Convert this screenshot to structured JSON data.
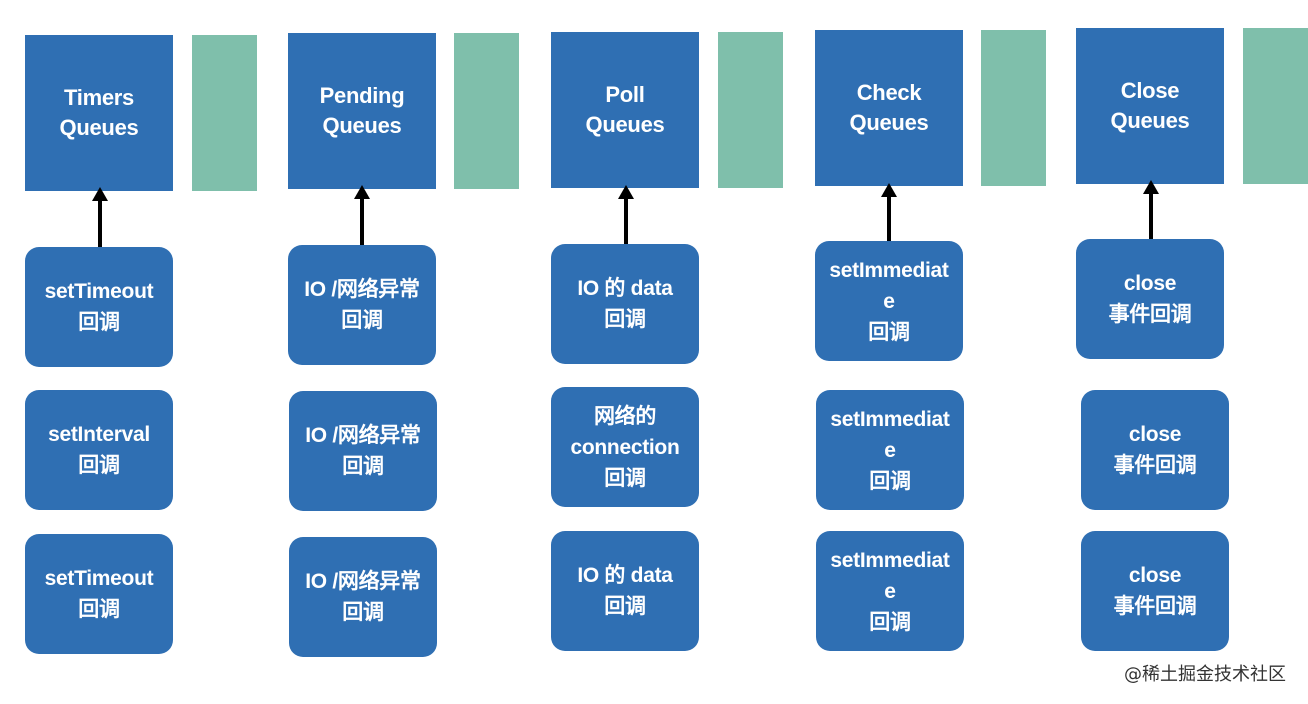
{
  "columns": [
    {
      "queue": [
        "Timers",
        "Queues"
      ],
      "callbacks": [
        [
          "setTimeout",
          "回调"
        ],
        [
          "setInterval",
          "回调"
        ],
        [
          "setTimeout",
          "回调"
        ]
      ]
    },
    {
      "queue": [
        "Pending",
        "Queues"
      ],
      "callbacks": [
        [
          "IO /网络异常",
          "回调"
        ],
        [
          "IO /网络异常",
          "回调"
        ],
        [
          "IO /网络异常",
          "回调"
        ]
      ]
    },
    {
      "queue": [
        "Poll",
        "Queues"
      ],
      "callbacks": [
        [
          "IO 的 data",
          "回调"
        ],
        [
          "网络的",
          "connection",
          "回调"
        ],
        [
          "IO 的 data",
          "回调"
        ]
      ]
    },
    {
      "queue": [
        "Check",
        "Queues"
      ],
      "callbacks": [
        [
          "setImmediat",
          "e",
          "回调"
        ],
        [
          "setImmediat",
          "e",
          "回调"
        ],
        [
          "setImmediat",
          "e",
          "回调"
        ]
      ]
    },
    {
      "queue": [
        "Close",
        "Queues"
      ],
      "callbacks": [
        [
          "close",
          "事件回调"
        ],
        [
          "close",
          "事件回调"
        ],
        [
          "close",
          "事件回调"
        ]
      ]
    }
  ],
  "watermark": "@稀土掘金技术社区",
  "colors": {
    "queue_blue": "#2f6fb3",
    "side_green": "#7fbfab",
    "arrow": "#000000"
  }
}
